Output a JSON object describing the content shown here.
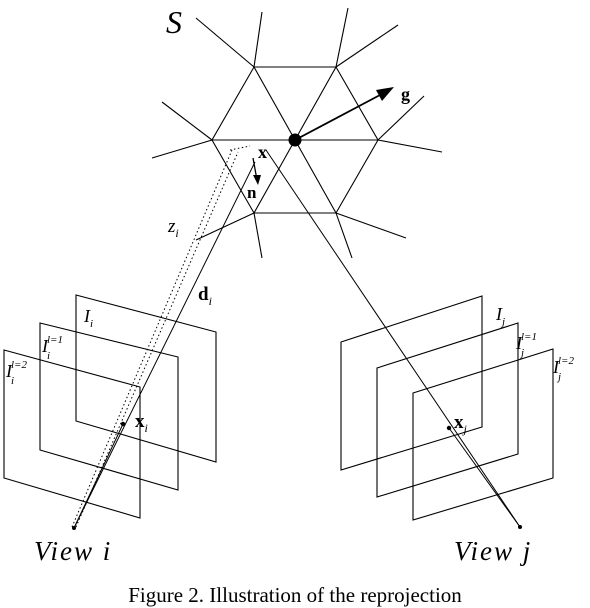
{
  "surface": {
    "label": "S",
    "gradient_label": "g",
    "point_label": "x",
    "normal_label": "n"
  },
  "rays": {
    "depth_label": "z",
    "depth_sub": "i",
    "direction_label": "d",
    "direction_sub": "i"
  },
  "view_i": {
    "title": "View i",
    "pixel_label": "x",
    "pixel_sub": "i",
    "level0": {
      "base": "I",
      "sub": "i",
      "sup": ""
    },
    "level1": {
      "base": "I",
      "sub": "i",
      "sup": "l=1"
    },
    "level2": {
      "base": "I",
      "sub": "i",
      "sup": "l=2"
    }
  },
  "view_j": {
    "title": "View j",
    "pixel_label": "x",
    "pixel_sub": "j",
    "level0": {
      "base": "I",
      "sub": "j",
      "sup": ""
    },
    "level1": {
      "base": "I",
      "sub": "j",
      "sup": "l=1"
    },
    "level2": {
      "base": "I",
      "sub": "j",
      "sup": "l=2"
    }
  },
  "caption": "Figure 2. Illustration of the reprojection"
}
